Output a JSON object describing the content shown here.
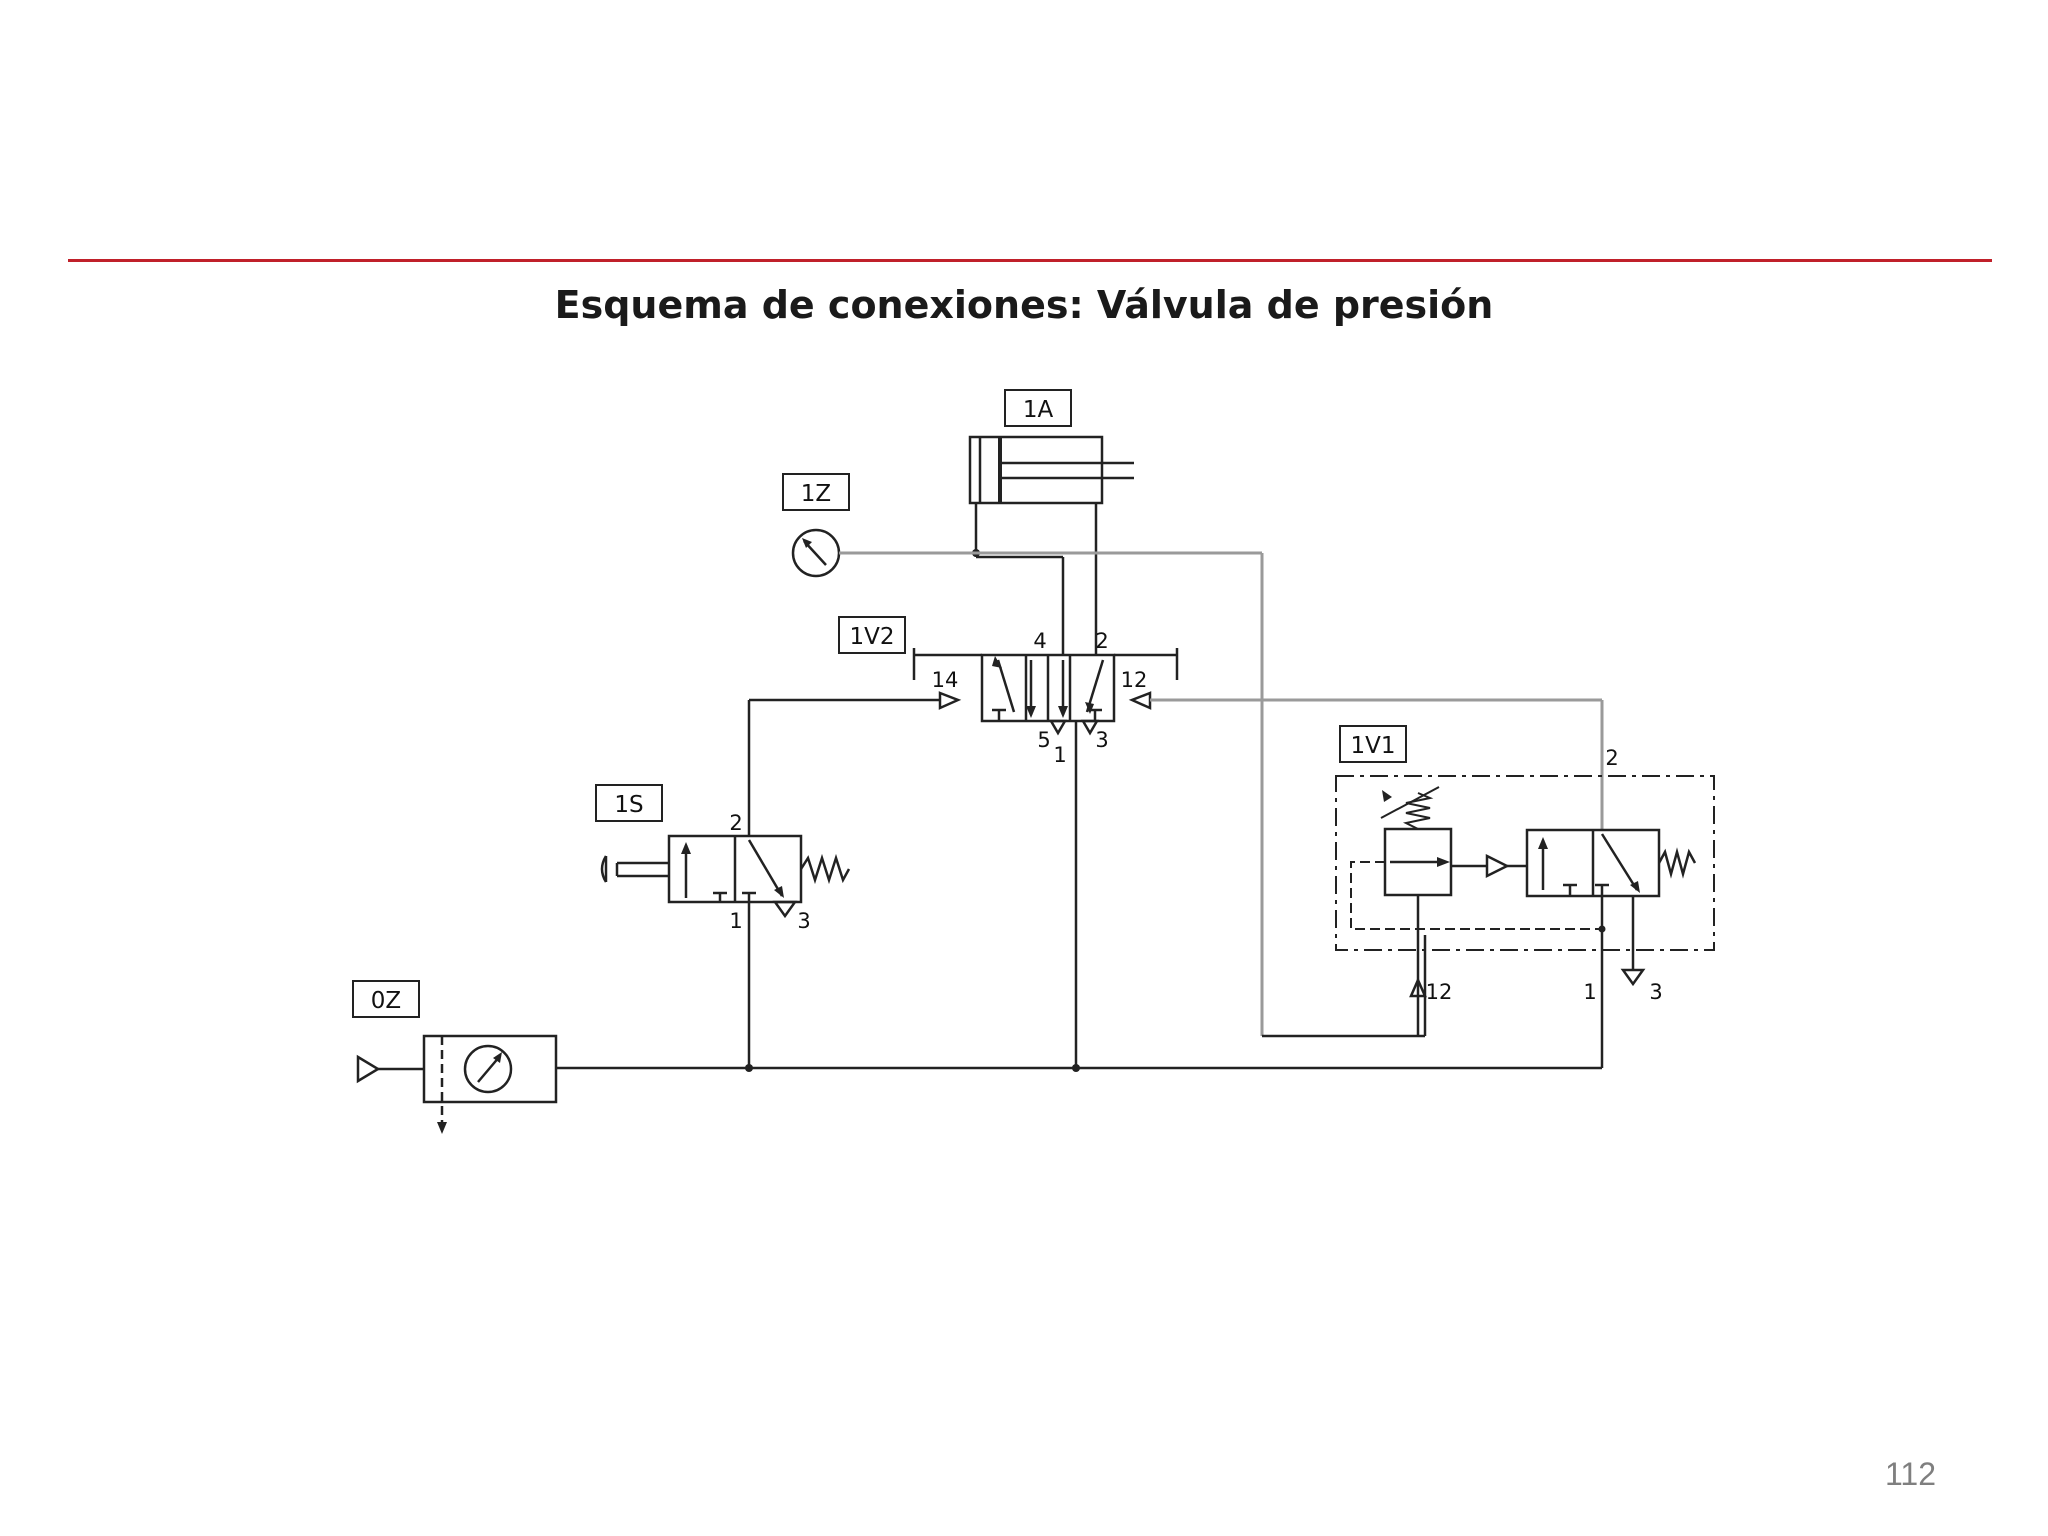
{
  "title": "Esquema de conexiones: Válvula de presión",
  "page_number": "112",
  "colors": {
    "rule": "#c0202a",
    "line_black": "#222222",
    "line_grey": "#9a9a9a"
  },
  "components": {
    "cylinder": {
      "tag": "1A"
    },
    "gauge": {
      "tag": "1Z"
    },
    "main_valve": {
      "tag": "1V2",
      "port_4": "4",
      "port_2": "2",
      "port_14": "14",
      "port_12": "12",
      "port_5": "5",
      "port_1": "1",
      "port_3": "3"
    },
    "push_valve": {
      "tag": "1S",
      "port_2": "2",
      "port_1": "1",
      "port_3": "3"
    },
    "pressure_valve": {
      "tag": "1V1",
      "port_2": "2",
      "port_12": "12",
      "port_1": "1",
      "port_3": "3"
    },
    "service_unit": {
      "tag": "0Z"
    }
  }
}
